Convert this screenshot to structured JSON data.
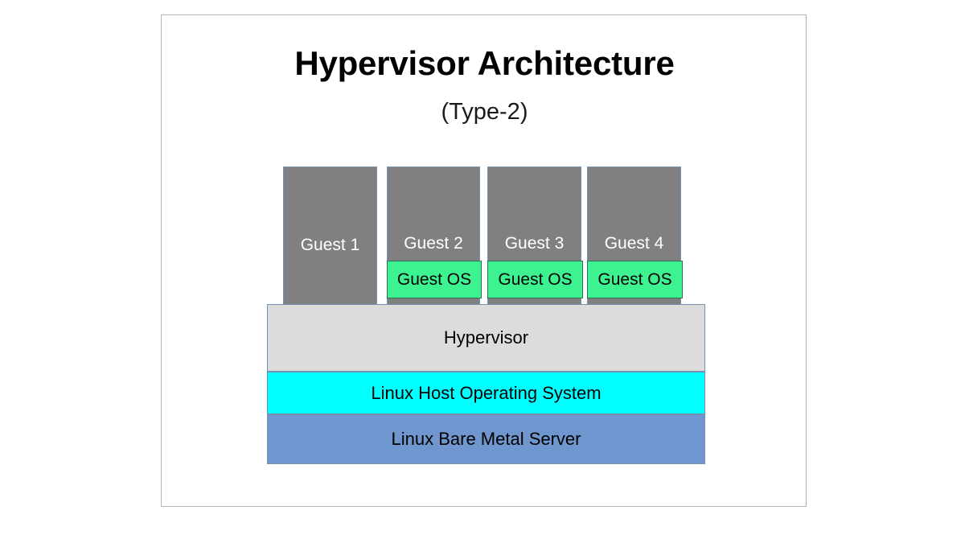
{
  "slide": {
    "title": "Hypervisor Architecture",
    "subtitle": "(Type-2)",
    "background_color": "#ffffff",
    "frame_border_color": "#b6b8b0"
  },
  "colors": {
    "guest_fill": "#808080",
    "guest_text": "#ffffff",
    "guest_os_fill": "#3cf291",
    "guest_os_border": "#2f6f52",
    "box_border": "#7390ae",
    "hypervisor_fill": "#dcdcdc",
    "host_os_fill": "#00ffff",
    "bare_metal_fill": "#6f96ce",
    "layer_text": "#000000"
  },
  "diagram": {
    "type": "layered-architecture-diagram",
    "guests": [
      {
        "label": "Guest 1",
        "has_guest_os": false,
        "guest_os_label": ""
      },
      {
        "label": "Guest 2",
        "has_guest_os": true,
        "guest_os_label": "Guest OS"
      },
      {
        "label": "Guest 3",
        "has_guest_os": true,
        "guest_os_label": "Guest OS"
      },
      {
        "label": "Guest 4",
        "has_guest_os": true,
        "guest_os_label": "Guest OS"
      }
    ],
    "layers": [
      {
        "label": "Hypervisor",
        "fill": "#dcdcdc"
      },
      {
        "label": "Linux Host Operating System",
        "fill": "#00ffff"
      },
      {
        "label": "Linux Bare Metal Server",
        "fill": "#6f96ce"
      }
    ]
  }
}
